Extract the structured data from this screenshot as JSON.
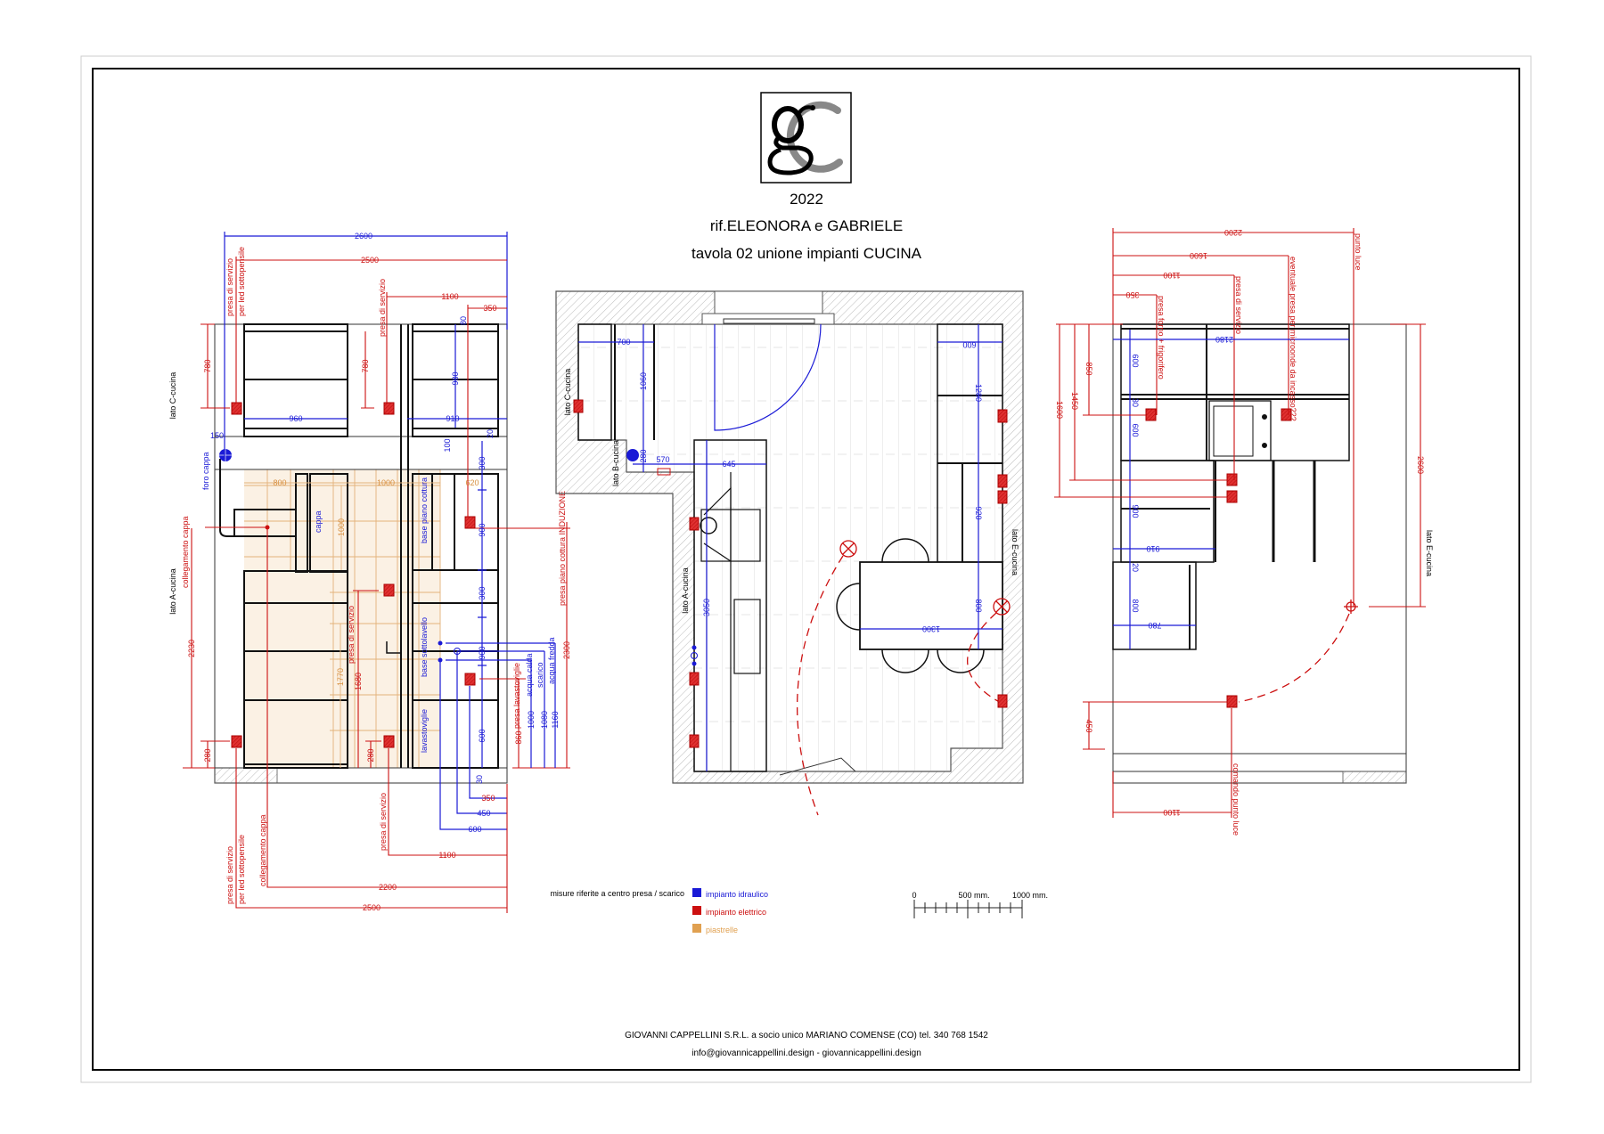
{
  "header": {
    "logo_text": "gC",
    "year": "2022",
    "reference": "rif.ELEONORA e GABRIELE",
    "title": "tavola 02 unione impianti CUCINA"
  },
  "colors": {
    "hydraulic": "#1a1ad6",
    "electric": "#cc1010",
    "tiles": "#e0a050"
  },
  "left_elevation": {
    "side_c": "lato C-cucina",
    "side_a": "lato A-cucina",
    "dims": [
      "2600",
      "2500",
      "1100",
      "350",
      "780",
      "780",
      "960",
      "910",
      "980",
      "80",
      "150",
      "100",
      "20",
      "300",
      "800",
      "1000",
      "620",
      "1000",
      "900",
      "300",
      "900",
      "600",
      "30",
      "1770",
      "1680",
      "280",
      "280",
      "2230",
      "860",
      "1000",
      "1080",
      "1160",
      "2300",
      "350",
      "450",
      "600",
      "1100",
      "2200",
      "2500"
    ],
    "notes": [
      "presa di servizio",
      "per led sottopensile",
      "presa di servizio",
      "foro cappa",
      "cappa",
      "base piano cottura",
      "collegamento cappa",
      "presa piano cottura INDUZIONE",
      "presa di servizio",
      "base sottolavello",
      "lavastoviglie",
      "presa lavastoviglie",
      "acqua calda",
      "scarico",
      "acqua fredda",
      "presa di servizio",
      "presa di servizio",
      "per led sottopensile",
      "collegamento cappa"
    ]
  },
  "plan": {
    "side_c": "lato C-cucina",
    "side_b": "lato B-cucina",
    "side_a": "lato A-cucina",
    "side_e": "lato E-cucina",
    "dims": [
      "700",
      "1060",
      "280",
      "570",
      "645",
      "3050",
      "600",
      "1280",
      "920",
      "800",
      "1300"
    ]
  },
  "right_elevation": {
    "side_e": "lato E-cucina",
    "dims": [
      "2200",
      "1600",
      "1100",
      "350",
      "2180",
      "600",
      "30",
      "600",
      "900",
      "910",
      "20",
      "800",
      "780",
      "850",
      "1450",
      "1600",
      "2600",
      "450",
      "1100"
    ],
    "notes": [
      "punto luce",
      "eventuale presa per microonde da incasso???",
      "presa di servizio",
      "presa forno + frigorifero",
      "comando punto luce"
    ]
  },
  "legend": {
    "note": "misure riferite a centro presa / scarico",
    "items": [
      {
        "label": "impianto idraulico",
        "color": "#1a1ad6"
      },
      {
        "label": "impianto elettrico",
        "color": "#cc1010"
      },
      {
        "label": "piastrelle",
        "color": "#e0a050"
      }
    ]
  },
  "scale_bar": {
    "labels": [
      "0",
      "500 mm.",
      "1000 mm."
    ]
  },
  "footer": {
    "company": "GIOVANNI CAPPELLINI S.R.L. a socio unico MARIANO COMENSE (CO) tel. 340 768 1542",
    "contacts": "info@giovannicappellini.design - giovannicappellini.design"
  }
}
